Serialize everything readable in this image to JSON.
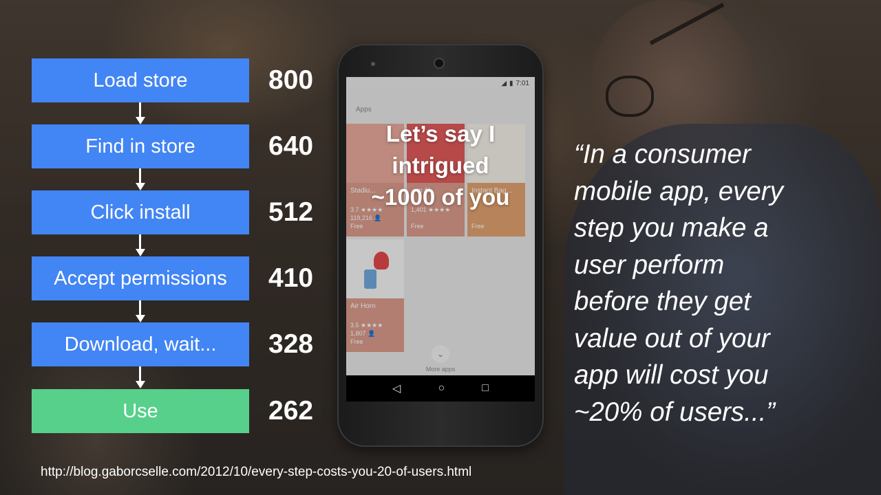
{
  "funnel": {
    "steps": [
      {
        "label": "Load store",
        "count": "800"
      },
      {
        "label": "Find in store",
        "count": "640"
      },
      {
        "label": "Click install",
        "count": "512"
      },
      {
        "label": "Accept permissions",
        "count": "410"
      },
      {
        "label": "Download, wait...",
        "count": "328"
      },
      {
        "label": "Use",
        "count": "262"
      }
    ],
    "step_color": "#4285f4",
    "final_color": "#57d08b"
  },
  "phone": {
    "status_time": "7:01",
    "apps_label": "Apps",
    "tiles": [
      {
        "name": "Stadiu...",
        "rating": "3.7 ★★★★",
        "downloads": "119,216 👤",
        "price": "Free"
      },
      {
        "name": "...m Al...",
        "rating": "1,401 ★★★★",
        "downloads": "",
        "price": "Free"
      },
      {
        "name": "Instant Bag...",
        "rating": "",
        "downloads": "",
        "price": "Free"
      },
      {
        "name": "Air Horn",
        "rating": "3.5 ★★★★",
        "downloads": "1,807 👤",
        "price": "Free"
      }
    ],
    "more_apps": "More apps",
    "overlay_text_line1": "Let’s say I",
    "overlay_text_line2": "intrigued",
    "overlay_text_line3": "~1000 of you"
  },
  "quote": {
    "lines": [
      "“In a consumer",
      "mobile app, every",
      "step you make a",
      "user perform",
      "before they get",
      "value out of your",
      "app will cost you",
      "~20% of users...”"
    ]
  },
  "source_url": "http://blog.gaborcselle.com/2012/10/every-step-costs-you-20-of-users.html",
  "icons": {
    "back": "◁",
    "home": "○",
    "recents": "□",
    "chevron": "⌄"
  }
}
